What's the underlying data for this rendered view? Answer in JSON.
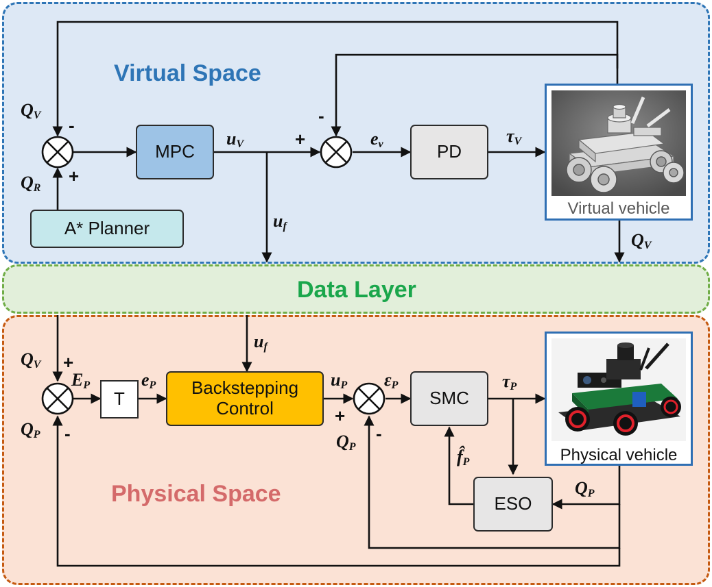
{
  "regions": {
    "virtual": {
      "title": "Virtual Space",
      "fill": "#dde8f5",
      "border": "#2e75b6",
      "title_color": "#2e75b6"
    },
    "data": {
      "title": "Data Layer",
      "fill": "#e2efda",
      "border": "#70ad47",
      "title_color": "#1aa64b"
    },
    "physical": {
      "title": "Physical Space",
      "fill": "#fbe2d5",
      "border": "#c55a11",
      "title_color": "#d46a6a"
    }
  },
  "blocks": {
    "mpc": {
      "label": "MPC",
      "fill": "#9dc3e6"
    },
    "pd": {
      "label": "PD",
      "fill": "#e7e6e6"
    },
    "astar": {
      "label": "A* Planner",
      "fill": "#c5e8ec"
    },
    "t": {
      "label": "T",
      "fill": "#ffffff"
    },
    "backstepping": {
      "label": "Backstepping Control",
      "fill": "#ffc000"
    },
    "smc": {
      "label": "SMC",
      "fill": "#e7e6e6"
    },
    "eso": {
      "label": "ESO",
      "fill": "#e7e6e6"
    }
  },
  "vehicles": {
    "virtual": {
      "caption": "Virtual vehicle",
      "caption_color": "#595959"
    },
    "physical": {
      "caption": "Physical vehicle",
      "caption_color": "#111111"
    }
  },
  "signals": {
    "qv_top": {
      "sym": "Q",
      "sub": "V"
    },
    "qr": {
      "sym": "Q",
      "sub": "R"
    },
    "uv": {
      "sym": "u",
      "sub": "V"
    },
    "ev": {
      "sym": "e",
      "sub": "v"
    },
    "tauv": {
      "sym": "τ",
      "sub": "V"
    },
    "uf_virtual": {
      "sym": "u",
      "sub": "f"
    },
    "qv_right": {
      "sym": "Q",
      "sub": "V"
    },
    "uf_physical": {
      "sym": "u",
      "sub": "f"
    },
    "qv_phys": {
      "sym": "Q",
      "sub": "V"
    },
    "ep_upper": {
      "sym": "E",
      "sub": "P"
    },
    "ep_lower": {
      "sym": "e",
      "sub": "P"
    },
    "qp_left": {
      "sym": "Q",
      "sub": "P"
    },
    "up": {
      "sym": "u",
      "sub": "P"
    },
    "epsp": {
      "sym": "ε",
      "sub": "P"
    },
    "qp_mid": {
      "sym": "Q",
      "sub": "P"
    },
    "taup": {
      "sym": "τ",
      "sub": "P"
    },
    "fhat": {
      "sym": "f̂",
      "sub": "P"
    },
    "qp_eso": {
      "sym": "Q",
      "sub": "P"
    }
  },
  "signs": {
    "s1_minus": "-",
    "s1_plus": "+",
    "s2_plus": "+",
    "s2_minus": "-",
    "s3_plus": "+",
    "s3_minus": "-",
    "s4_plus": "+",
    "s4_minus": "-"
  }
}
